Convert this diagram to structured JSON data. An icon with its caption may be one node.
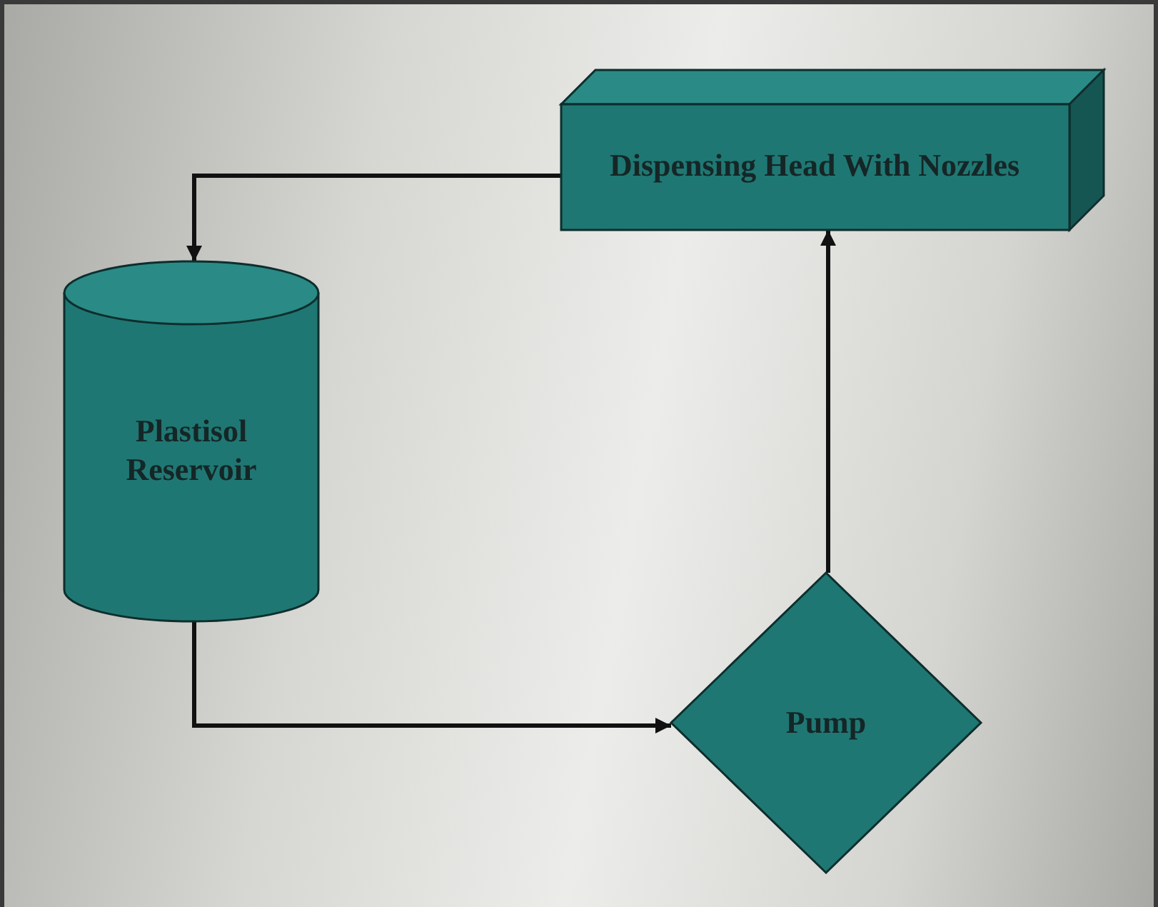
{
  "diagram": {
    "nodes": [
      {
        "text": [
          "Dispensing Head With Nozzles"
        ]
      },
      {
        "text": [
          "Plastisol Reservoir"
        ]
      },
      {
        "text": [
          "Pump"
        ]
      }
    ],
    "edges": [
      {
        "from": 0,
        "to": 1,
        "arrow": "to"
      },
      {
        "from": 1,
        "to": 2,
        "arrow": "to"
      },
      {
        "from": 2,
        "to": 0,
        "arrow": "to"
      }
    ]
  }
}
